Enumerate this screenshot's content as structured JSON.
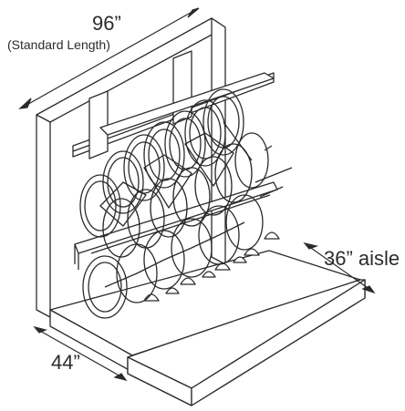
{
  "labels": {
    "length": "96”",
    "length_note": "(Standard Length)",
    "aisle": "36” aisle",
    "depth": "44”"
  },
  "colors": {
    "line": "#2b2b2b",
    "background": "#ffffff"
  }
}
